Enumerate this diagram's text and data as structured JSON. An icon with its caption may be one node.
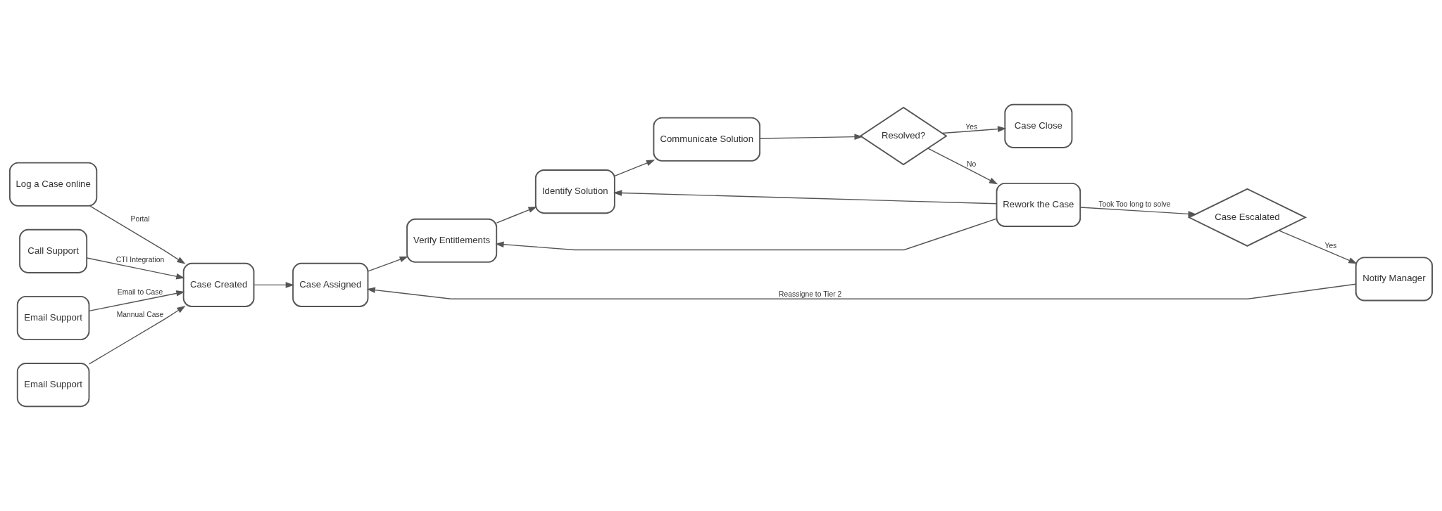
{
  "diagram": {
    "nodes": [
      {
        "text": [
          "Log a Case online"
        ]
      },
      {
        "text": [
          "Call Support"
        ]
      },
      {
        "text": [
          "Email Support"
        ]
      },
      {
        "text": [
          "Email Support"
        ]
      },
      {
        "text": [
          "Case Created"
        ]
      },
      {
        "text": [
          "Case Assigned"
        ]
      },
      {
        "text": [
          "Verify Entitlements"
        ]
      },
      {
        "text": [
          "Identify Solution"
        ]
      },
      {
        "text": [
          "Communicate Solution"
        ]
      },
      {
        "text": [
          "Resolved?"
        ]
      },
      {
        "text": [
          "Case Close"
        ]
      },
      {
        "text": [
          "Rework the Case"
        ]
      },
      {
        "text": [
          "Notify Manager"
        ]
      },
      {
        "text": [
          "Case Escalated"
        ]
      }
    ],
    "edges": [
      {
        "from": 0,
        "to": 4,
        "arrow": "to",
        "label": "Portal"
      },
      {
        "from": 1,
        "to": 4,
        "arrow": "to",
        "label": "CTI Integration"
      },
      {
        "from": 2,
        "to": 4,
        "arrow": "to",
        "label": "Email to Case"
      },
      {
        "from": 3,
        "to": 4,
        "arrow": "to",
        "label": "Mannual Case"
      },
      {
        "from": 4,
        "to": 5,
        "arrow": "to"
      },
      {
        "from": 5,
        "to": 6,
        "arrow": "to"
      },
      {
        "from": 6,
        "to": 7,
        "arrow": "to"
      },
      {
        "from": 7,
        "to": 8,
        "arrow": "to"
      },
      {
        "from": 8,
        "to": 9,
        "arrow": "to"
      },
      {
        "from": 9,
        "to": 10,
        "arrow": "to",
        "label": "Yes"
      },
      {
        "from": 9,
        "to": 11,
        "arrow": "to",
        "label": "No"
      },
      {
        "from": 11,
        "to": 7,
        "arrow": "to"
      },
      {
        "from": 11,
        "to": 6,
        "arrow": "to"
      },
      {
        "from": 11,
        "to": 13,
        "arrow": "to",
        "label": "Took Too long to solve"
      },
      {
        "from": 13,
        "to": 12,
        "arrow": "to",
        "label": "Yes"
      },
      {
        "from": 12,
        "to": 5,
        "arrow": "to",
        "label": "Reassigne to Tier 2"
      }
    ]
  }
}
